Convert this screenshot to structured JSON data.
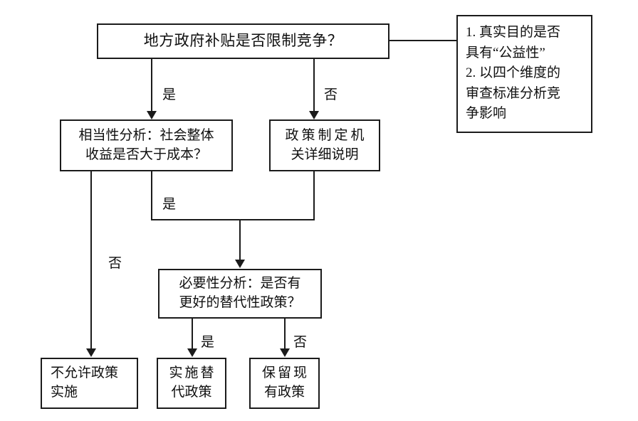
{
  "diagram": {
    "title_text": "地方政府补贴是否限制竞争？",
    "nodes": {
      "root": {
        "text": "地方政府补贴是否限制竞争？"
      },
      "proportionality": {
        "line1": "相当性分析：社会整体",
        "line2": "收益是否大于成本？"
      },
      "explanation": {
        "line1": "政策制定机",
        "line2": "关详细说明"
      },
      "necessity": {
        "line1": "必要性分析：是否有",
        "line2": "更好的替代性政策？"
      },
      "disallow": {
        "line1": "不允许政策",
        "line2": "实施"
      },
      "alternative": {
        "line1": "实施替",
        "line2": "代政策"
      },
      "keep": {
        "line1": "保留现",
        "line2": "有政策"
      },
      "criteria": {
        "line1": "1. 真实目的是否",
        "line2": "具有“公益性”",
        "line3": "2. 以四个维度的",
        "line4": "审查标准分析竞",
        "line5": "争影响"
      }
    },
    "edges": {
      "root_yes": "是",
      "root_no": "否",
      "merge_yes": "是",
      "proportionality_no": "否",
      "necessity_yes": "是",
      "necessity_no": "否"
    },
    "colors": {
      "stroke": "#1b1b1b",
      "text": "#0f0f0f",
      "background": "#ffffff"
    }
  }
}
